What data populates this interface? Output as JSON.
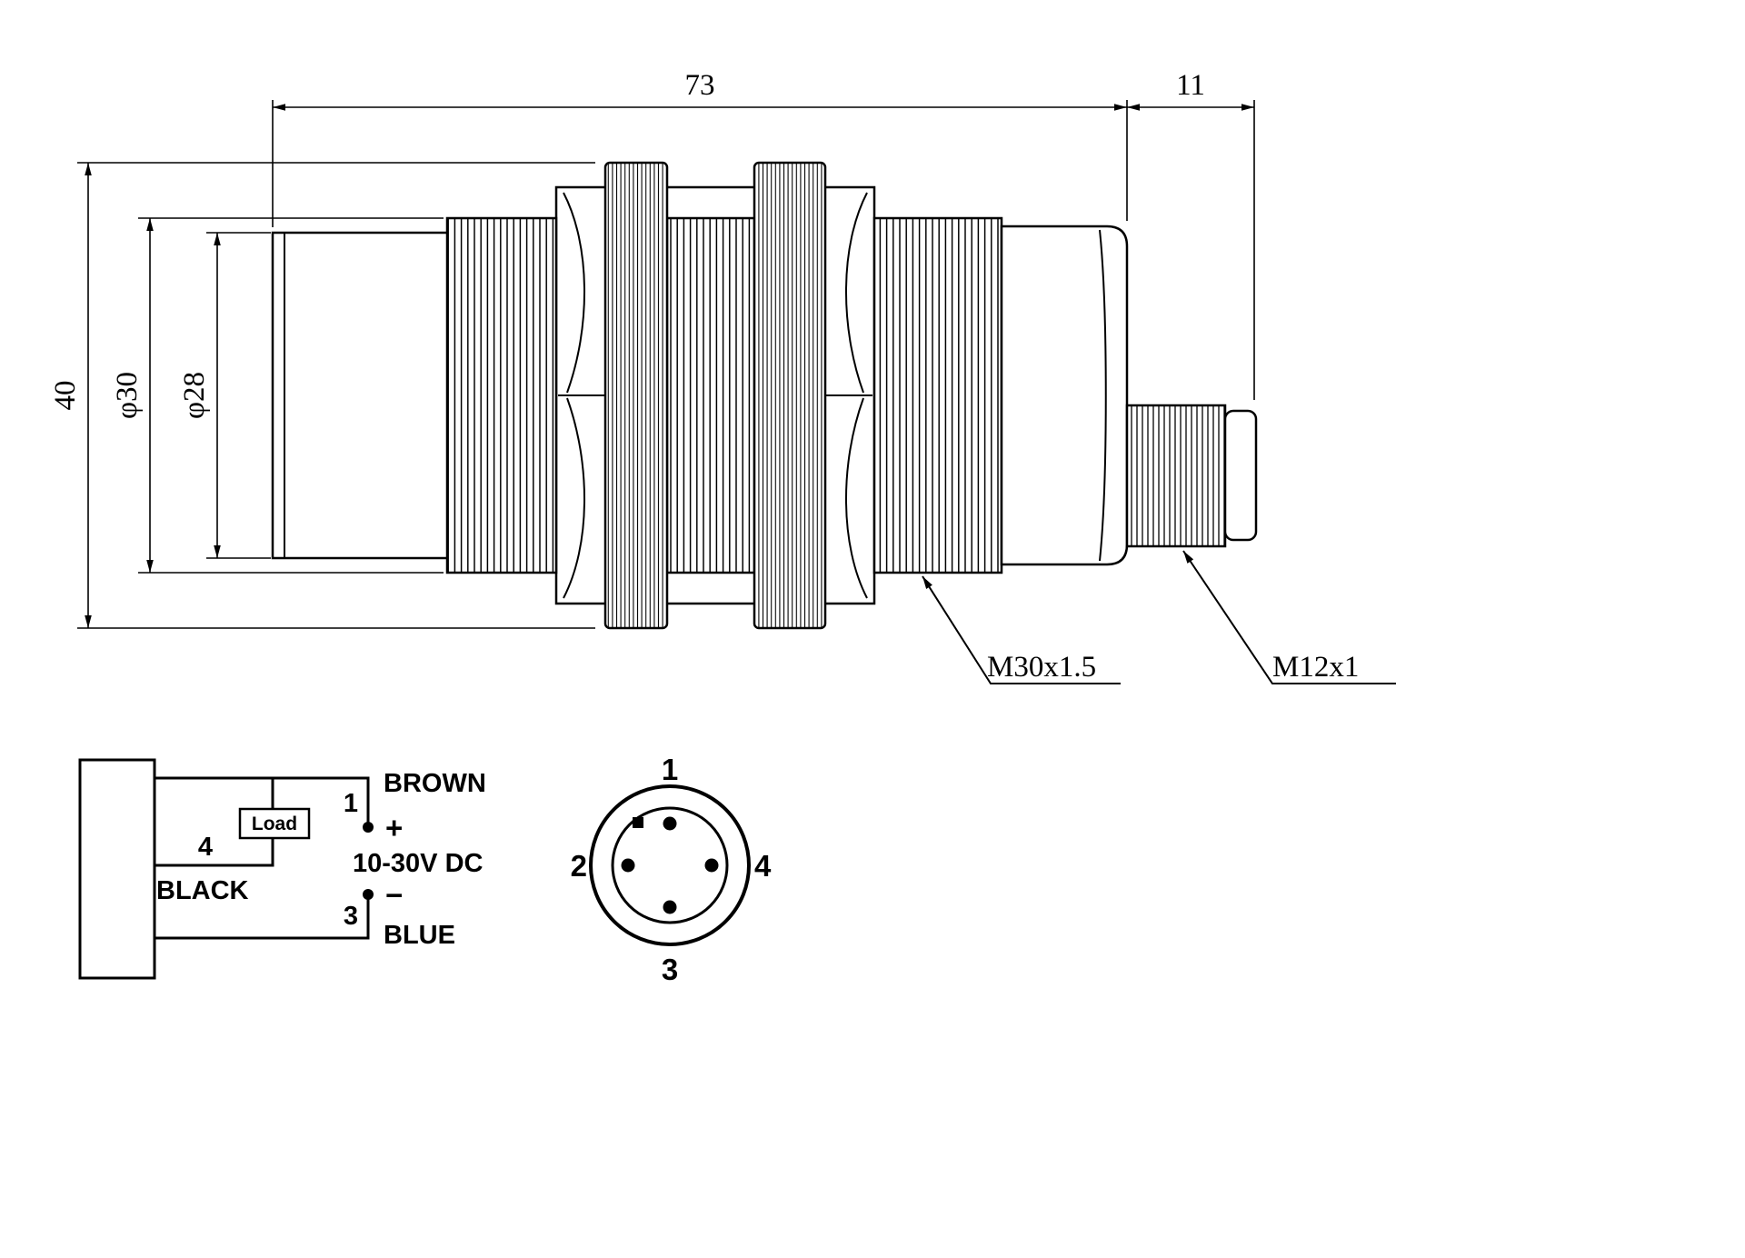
{
  "drawing": {
    "dim_length_body": "73",
    "dim_length_connector": "11",
    "dim_nut_od": "40",
    "dim_thread_od": "φ30",
    "dim_face_od": "φ28",
    "label_thread_body": "M30x1.5",
    "label_thread_connector": "M12x1"
  },
  "wiring": {
    "pin1": "1",
    "pin3": "3",
    "pin4": "4",
    "wire1": "BROWN",
    "wire3": "BLUE",
    "wire4": "BLACK",
    "polarity_plus": "+",
    "polarity_minus": "−",
    "supply": "10-30V DC",
    "load": "Load"
  },
  "pinout": {
    "pin_top": "1",
    "pin_left": "2",
    "pin_right": "4",
    "pin_bottom": "3"
  }
}
